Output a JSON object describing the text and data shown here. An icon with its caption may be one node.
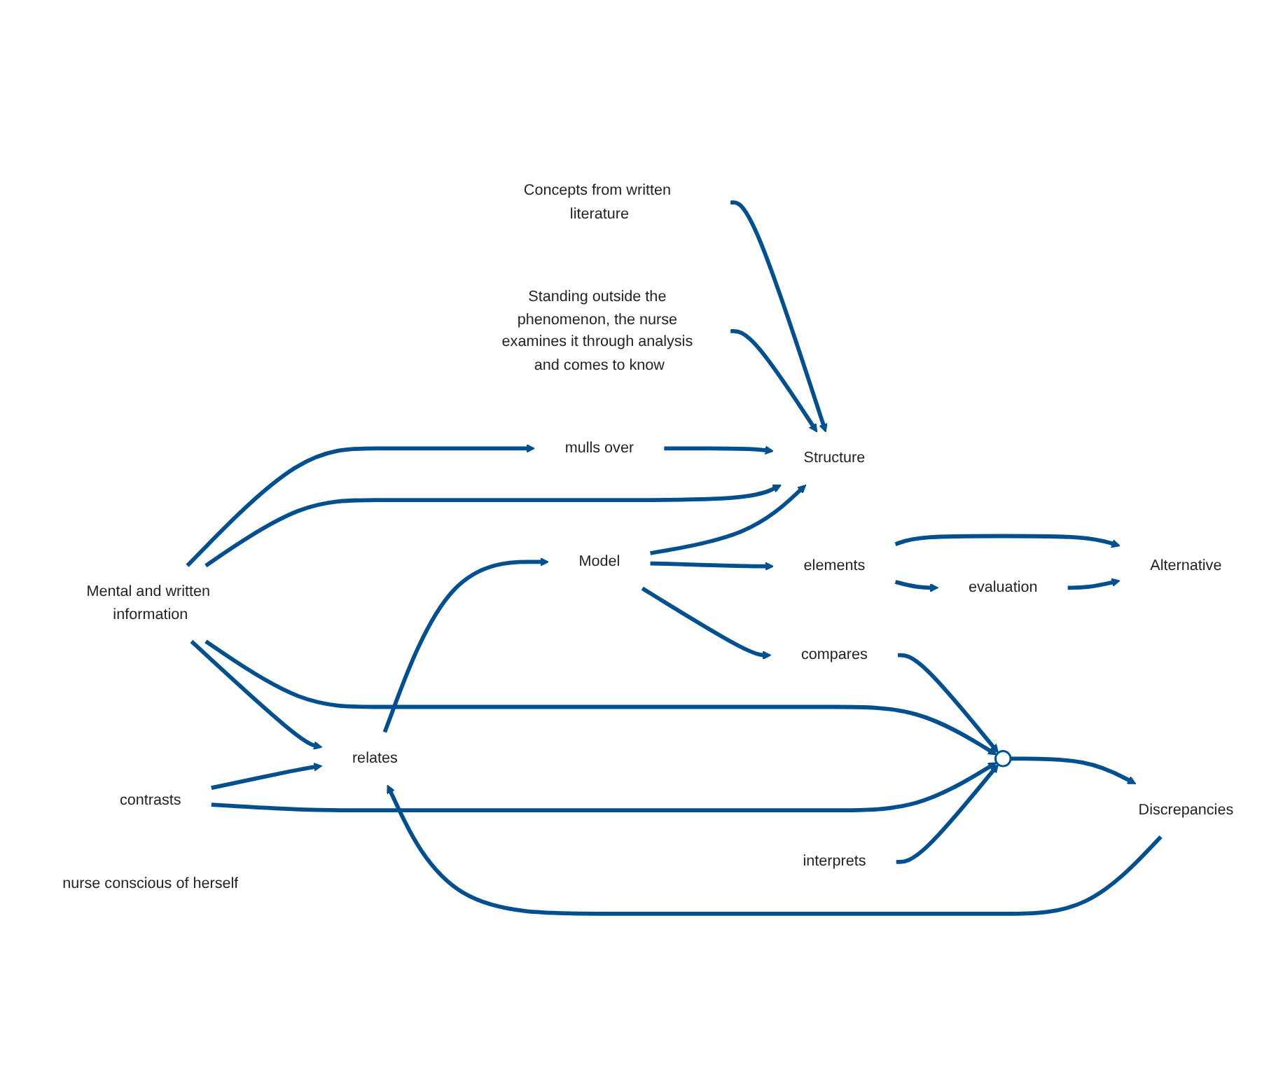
{
  "diagram": {
    "nodes": [
      {
        "text": [
          "Standing outside the phenomenon, the nurse examines it through analysis and comes to know"
        ]
      },
      {
        "text": [
          "Concepts from written literature"
        ]
      },
      {
        "text": [
          "mulls over"
        ]
      },
      {
        "text": [
          "Structure"
        ]
      },
      {
        "text": [
          "Mental and written information"
        ]
      },
      {
        "text": [
          "relates"
        ]
      },
      {
        "text": [
          "contrasts"
        ]
      },
      {
        "text": [
          "Discrepancies"
        ]
      },
      {
        "text": [
          "Model"
        ]
      },
      {
        "text": [
          "elements"
        ]
      },
      {
        "text": [
          "evaluation"
        ]
      },
      {
        "text": [
          "Alternative"
        ]
      },
      {
        "text": [
          "compares"
        ]
      },
      {
        "text": [
          "interprets"
        ]
      },
      {
        "text": [
          "nurse conscious of herself"
        ]
      },
      {
        "text": [],
        "shape": "circle"
      }
    ],
    "edges": [
      {
        "from": 1,
        "to": 3,
        "arrow": "to"
      },
      {
        "from": 0,
        "to": 3,
        "arrow": "to"
      },
      {
        "from": 2,
        "to": 3,
        "arrow": "to"
      },
      {
        "from": 4,
        "to": 2,
        "arrow": "to"
      },
      {
        "from": 4,
        "to": 3,
        "arrow": "to"
      },
      {
        "from": 4,
        "to": 5,
        "arrow": "to"
      },
      {
        "from": 6,
        "to": 5,
        "arrow": "to"
      },
      {
        "from": 7,
        "to": 5,
        "arrow": "to"
      },
      {
        "from": 8,
        "to": 3,
        "arrow": "to"
      },
      {
        "from": 5,
        "to": 8,
        "arrow": "to"
      },
      {
        "from": 8,
        "to": 9,
        "arrow": "to"
      },
      {
        "from": 9,
        "to": 10,
        "arrow": "to"
      },
      {
        "from": 9,
        "to": 11,
        "arrow": "to"
      },
      {
        "from": 10,
        "to": 11,
        "arrow": "to"
      },
      {
        "from": 8,
        "to": 12,
        "arrow": "to"
      },
      {
        "from": 12,
        "to": 15,
        "arrow": "to"
      },
      {
        "from": 15,
        "to": 7,
        "arrow": "to"
      },
      {
        "from": 4,
        "to": 15,
        "arrow": "to"
      },
      {
        "from": 6,
        "to": 15,
        "arrow": "to"
      },
      {
        "from": 13,
        "to": 15,
        "arrow": "to"
      }
    ]
  }
}
